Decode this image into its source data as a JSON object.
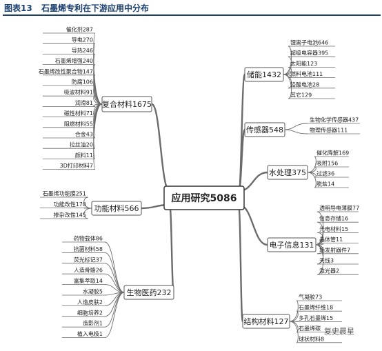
{
  "header": {
    "figure_label": "图表13",
    "title": "石墨烯专利在下游应用中分布"
  },
  "colors": {
    "title": "#1a3f6f",
    "box_border": "#555555",
    "connector": "#6b6b6b"
  },
  "central_node": {
    "label": "应用研究5086"
  },
  "branches": {
    "composite": {
      "label": "复合材料1675",
      "items": [
        "催化剂287",
        "导电270",
        "导热246",
        "石墨烯增强240",
        "石墨烯改性聚合物147",
        "防腐106",
        "吸波材料91",
        "润滑81",
        "磁性材料71",
        "阻燃材料55",
        "合金43",
        "拉丝油20",
        "颜料11",
        "3D打印材料7"
      ]
    },
    "functional": {
      "label": "功能材料566",
      "items": [
        "石墨烯功能膜251",
        "功能改性170",
        "掺杂改性145"
      ]
    },
    "bio": {
      "label": "生物医药232",
      "items": [
        "药物载体86",
        "抗菌材料58",
        "荧光标记37",
        "人造骨骼26",
        "富集萃取14",
        "水凝胶5",
        "人造皮肤2",
        "细胞培养2",
        "造影剂1",
        "植入电极1"
      ]
    },
    "energy": {
      "label": "储能1432",
      "items": [
        "锂离子电池646",
        "超级电容器395",
        "太阳能123",
        "燃料电池111",
        "铅酸电池28",
        "其它129"
      ]
    },
    "sensor": {
      "label": "传感器548",
      "items": [
        "生物化学传感器437",
        "物理传感器111"
      ]
    },
    "water": {
      "label": "水处理375",
      "items": [
        "催化降解169",
        "吸附156",
        "过滤36",
        "脱盐14"
      ]
    },
    "electronics": {
      "label": "电子信息131",
      "items": [
        "透明导电薄膜77",
        "信息存储16",
        "光电材料15",
        "晶体管11",
        "场发射器件7",
        "天线3",
        "激光器2"
      ]
    },
    "structural": {
      "label": "结构材料127",
      "items": [
        "气凝胶73",
        "石墨烯纤维18",
        "多孔石墨烯15",
        "石墨烯碳",
        "球状材料8"
      ]
    }
  },
  "watermark": {
    "text": "复史晨星"
  }
}
